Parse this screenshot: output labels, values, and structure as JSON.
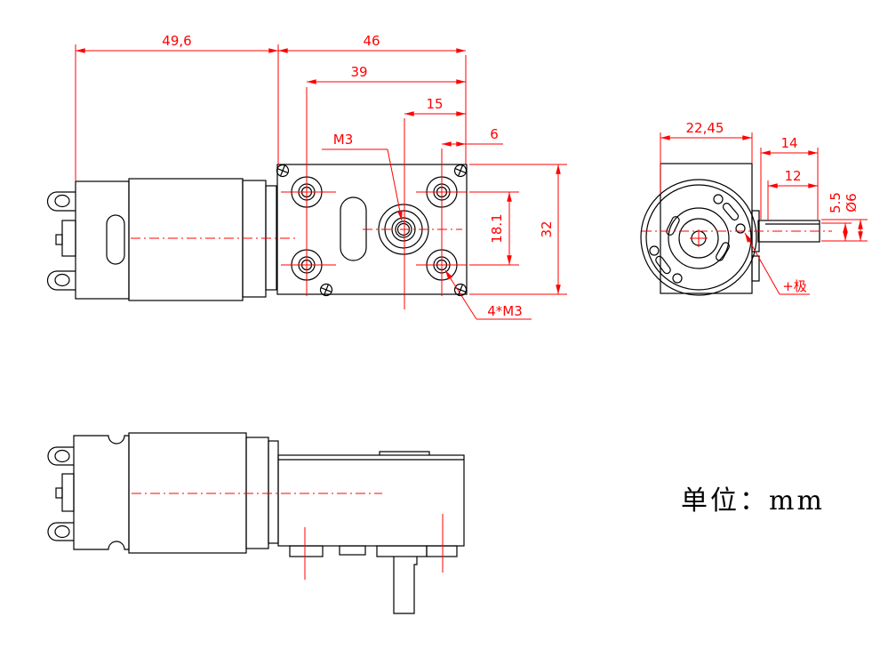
{
  "drawing_note": {
    "unit_label": "单位：mm"
  },
  "side_view": {
    "dimensions": {
      "motor_length": "49,6",
      "gearbox_length": "46",
      "hole_span_horizontal": "39",
      "shaft_to_edge": "15",
      "holes_to_edge": "6",
      "hole_span_vertical": "18.1",
      "gearbox_height": "32"
    },
    "labels": {
      "output_thread": "M3",
      "mounting_holes": "4*M3"
    }
  },
  "front_view": {
    "dimensions": {
      "face_width": "22,45",
      "shaft_length": "14",
      "shaft_flat_length": "12",
      "shaft_flat_height": "5.5",
      "shaft_diameter": "Ø6"
    },
    "labels": {
      "positive_terminal": "+极"
    }
  },
  "colors": {
    "dimension": "#ff0000",
    "outline": "#000000",
    "background": "#ffffff"
  }
}
